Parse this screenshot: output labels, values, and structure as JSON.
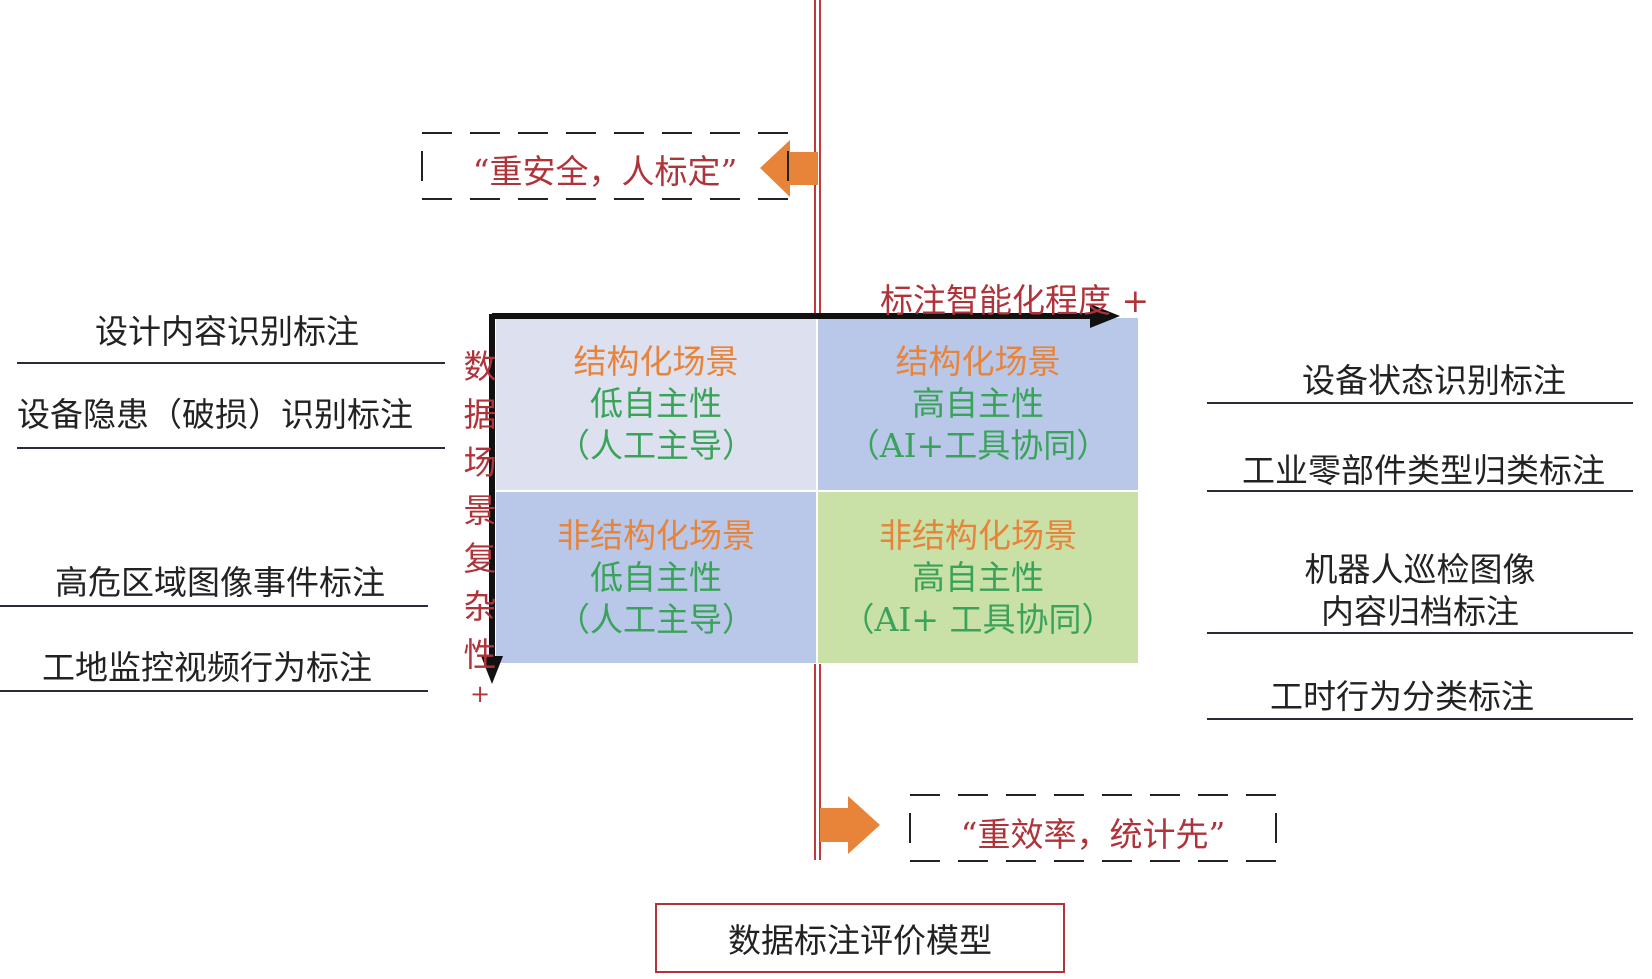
{
  "quadrants": {
    "top_left": {
      "line1": "结构化场景",
      "line2": "低自主性",
      "line3": "（人工主导）",
      "color": "#dce0ef"
    },
    "top_right": {
      "line1": "结构化场景",
      "line2": "高自主性",
      "line3": "（AI+工具协同）",
      "color": "#b9c8e8"
    },
    "bottom_left": {
      "line1": "非结构化场景",
      "line2": "低自主性",
      "line3": "（人工主导）",
      "color": "#b9c8e8"
    },
    "bottom_right": {
      "line1": "非结构化场景",
      "line2": "高自主性",
      "line3": "（AI+ 工具协同）",
      "color": "#c9e0a7"
    }
  },
  "axes": {
    "x_label": "标注智能化程度 +",
    "y_label_chars": [
      "数",
      "据",
      "场",
      "景",
      "复",
      "杂",
      "性",
      "+"
    ]
  },
  "callouts": {
    "left_top": "“重安全，人标定”",
    "right_bottom": "“重效率，统计先”"
  },
  "model_box": "数据标注评价模型",
  "left_labels": [
    "设计内容识别标注",
    "设备隐患（破损）识别标注",
    "高危区域图像事件标注",
    "工地监控视频行为标注"
  ],
  "right_labels": [
    "设备状态识别标注",
    "工业零部件类型归类标注",
    "机器人巡检图像",
    "内容归档标注",
    "工时行为分类标注"
  ],
  "colors": {
    "accent_red": "#b0333a",
    "arrow_orange": "#e8833a",
    "green": "#3aa35a"
  }
}
